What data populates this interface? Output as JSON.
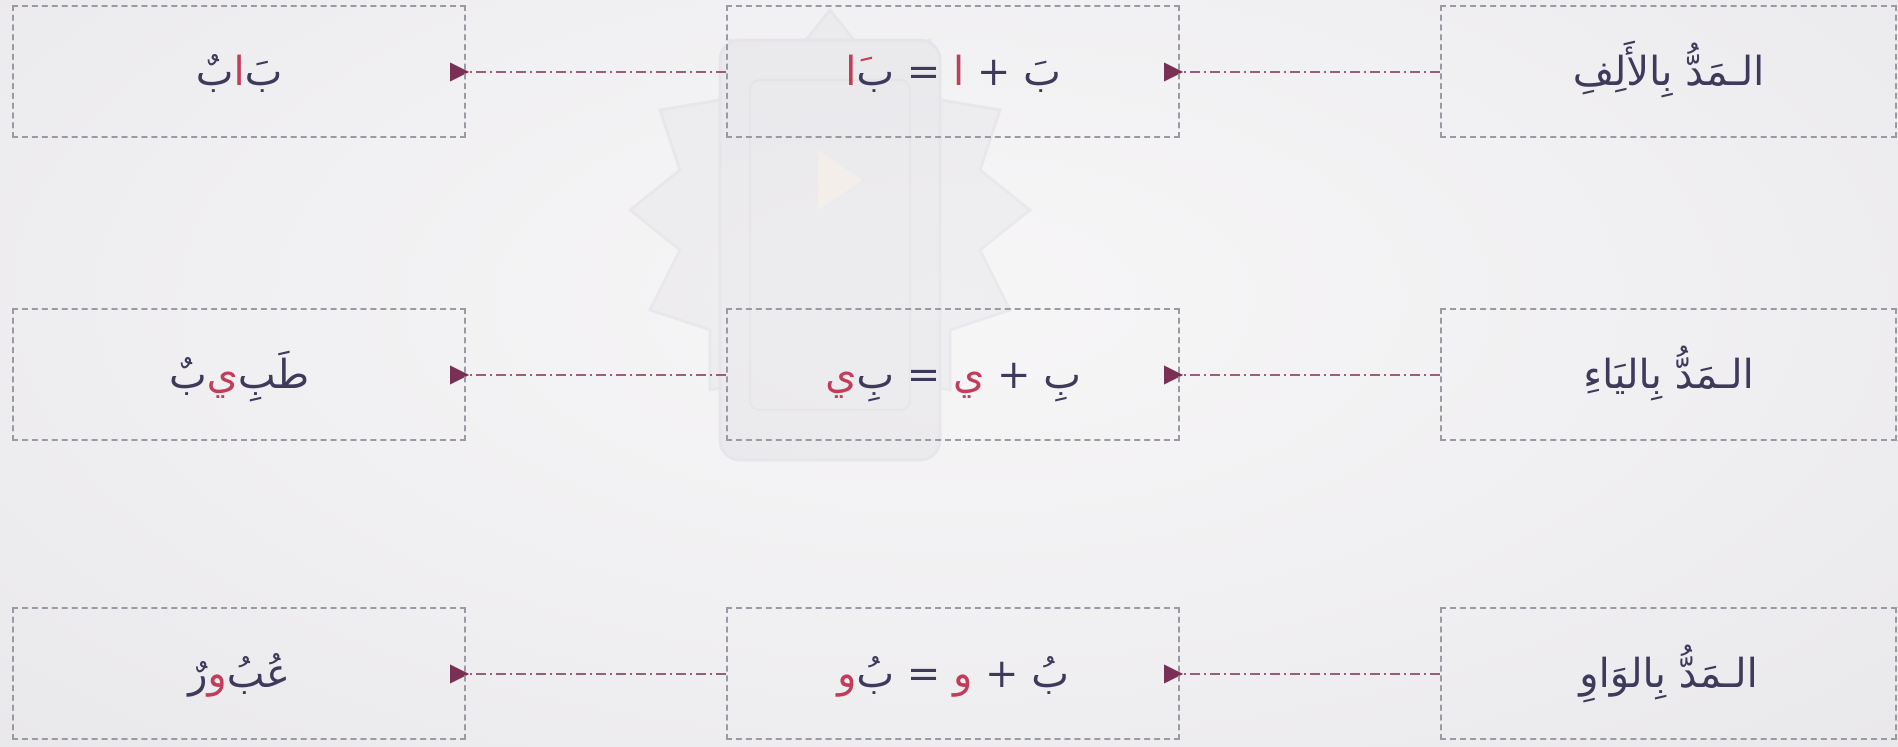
{
  "colors": {
    "text": "#3d3a5c",
    "accent": "#c23d5a",
    "connector": "#7a2f55",
    "box_border": "#9a9aa4"
  },
  "rows": [
    {
      "label": "الـمَدُّ بِالأَلِفِ",
      "equation": {
        "letter": "بَ",
        "plus": " + ",
        "vowel": "ا",
        "equals": " = ",
        "result_base": "ب",
        "result_vowel": "َا"
      },
      "example": {
        "parts": [
          {
            "text": "بَ",
            "accent": false
          },
          {
            "text": "ا",
            "accent": true
          },
          {
            "text": "بٌ",
            "accent": false
          }
        ]
      }
    },
    {
      "label": "الـمَدُّ بِاليَاءِ",
      "equation": {
        "letter": "بِ",
        "plus": " + ",
        "vowel": "ي",
        "equals": " = ",
        "result_base": "بِ",
        "result_vowel": "ي"
      },
      "example": {
        "parts": [
          {
            "text": "طَبِ",
            "accent": false
          },
          {
            "text": "ي",
            "accent": true
          },
          {
            "text": "بٌ",
            "accent": false
          }
        ]
      }
    },
    {
      "label": "الـمَدُّ بِالوَاوِ",
      "equation": {
        "letter": "بُ",
        "plus": " + ",
        "vowel": "و",
        "equals": " = ",
        "result_base": "بُ",
        "result_vowel": "و"
      },
      "example": {
        "parts": [
          {
            "text": "عُبُ",
            "accent": false
          },
          {
            "text": "و",
            "accent": true
          },
          {
            "text": "رٌ",
            "accent": false
          }
        ]
      }
    }
  ]
}
